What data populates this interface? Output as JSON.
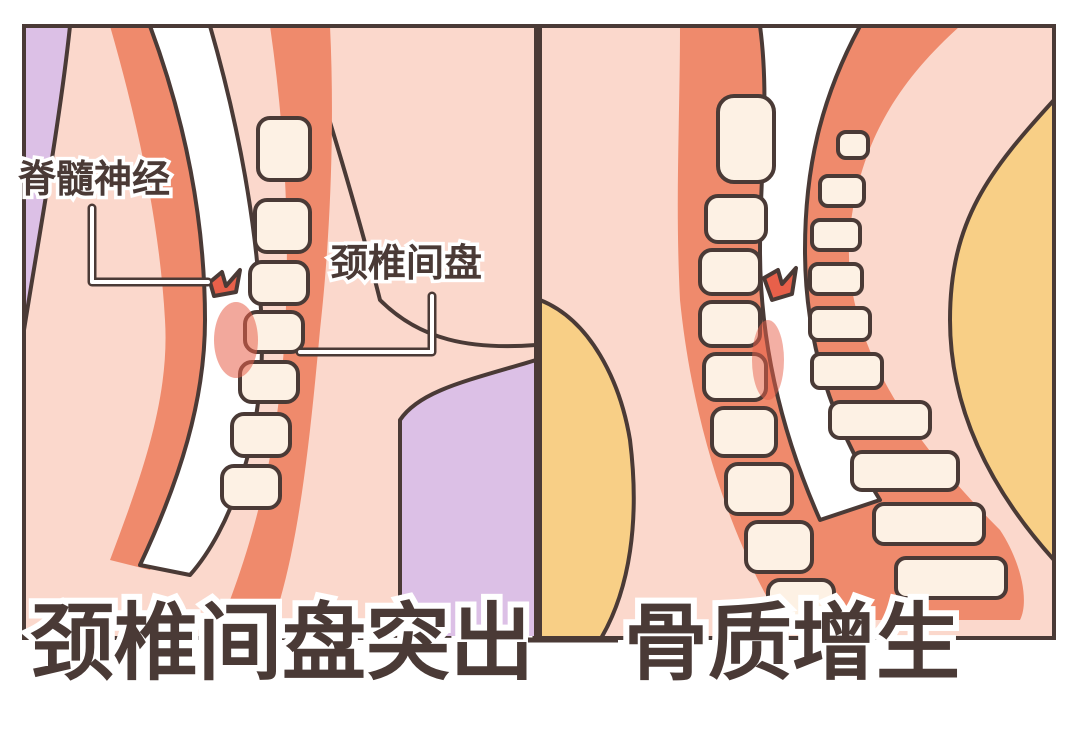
{
  "labels": {
    "spinal_nerve": "脊髓神经",
    "intervertebral_disc": "颈椎间盘",
    "disc_herniation": "颈椎间盘突出",
    "bone_spur": "骨质增生"
  },
  "colors": {
    "outline": "#4a3a36",
    "skin": "#fbd8cc",
    "muscle": "#ef8a6c",
    "bone": "#fdf1e4",
    "purple_background": "#dcc0e6",
    "yellow_background": "#f8cf86",
    "inflammation": "#e8604a"
  }
}
